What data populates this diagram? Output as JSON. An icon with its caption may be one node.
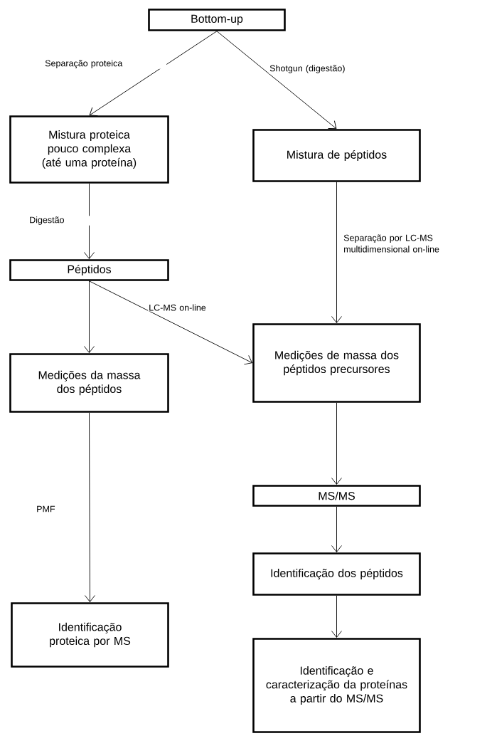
{
  "diagram": {
    "nodes": [
      {
        "text": [
          "Bottom-up"
        ]
      },
      {
        "text": [
          "Mistura proteica pouco complexa (até uma proteína)"
        ]
      },
      {
        "text": [
          "Mistura de péptidos"
        ]
      },
      {
        "text": [
          "Péptidos"
        ]
      },
      {
        "text": [
          "Medições da massa dos péptidos"
        ]
      },
      {
        "text": [
          "Medições de massa dos péptidos precursores"
        ]
      },
      {
        "text": [
          "MS/MS"
        ]
      },
      {
        "text": [
          "Identificação dos péptidos"
        ]
      },
      {
        "text": [
          "Identificação proteica por MS"
        ]
      },
      {
        "text": [
          "Identificação e caracterização da proteínas a partir do MS/MS"
        ]
      }
    ],
    "edges": [
      {
        "from": 0,
        "to": 1,
        "arrow": "to",
        "label": "Separação proteica"
      },
      {
        "from": 0,
        "to": 2,
        "arrow": "to",
        "label": "Shotgun (digestão)"
      },
      {
        "from": 1,
        "to": 3,
        "arrow": "to",
        "label": "Digestão"
      },
      {
        "from": 2,
        "to": 5,
        "arrow": "to",
        "label": "Separação por LC-MS multidimensional on-line"
      },
      {
        "from": 3,
        "to": 4,
        "arrow": "to"
      },
      {
        "from": 3,
        "to": 5,
        "arrow": "to",
        "label": "LC-MS on-line"
      },
      {
        "from": 4,
        "to": 8,
        "arrow": "to",
        "label": "PMF"
      },
      {
        "from": 5,
        "to": 6,
        "arrow": "to"
      },
      {
        "from": 6,
        "to": 7,
        "arrow": "to"
      },
      {
        "from": 7,
        "to": 9,
        "arrow": "to"
      }
    ]
  }
}
